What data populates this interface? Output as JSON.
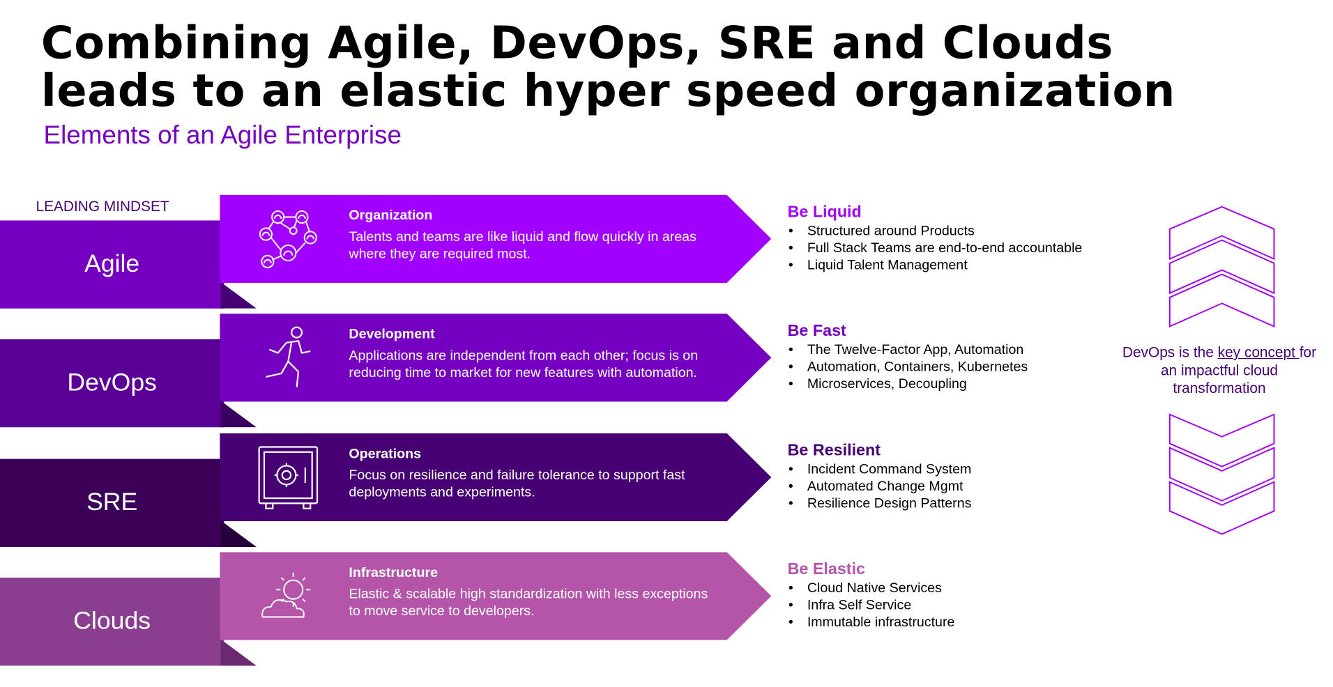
{
  "title": {
    "line1": "Combining Agile, DevOps, SRE and Clouds",
    "line2": "leads to an elastic hyper speed organization"
  },
  "subtitle": "Elements of an Agile Enterprise",
  "mindset_label": "LEADING MINDSET",
  "rows": [
    {
      "tab": "Agile",
      "icon": "people-network-icon",
      "heading": "Organization",
      "description": "Talents and teams are like liquid and flow quickly in areas where they are required most.",
      "be": "Be Liquid",
      "bullets": [
        "Structured around Products",
        "Full Stack Teams are end-to-end accountable",
        "Liquid Talent Management"
      ],
      "colors": {
        "tab": "#7500c0",
        "fold": "#460073",
        "arrow": "#a100ff",
        "be": "#a100ff"
      }
    },
    {
      "tab": "DevOps",
      "icon": "running-person-icon",
      "heading": "Development",
      "description": "Applications are independent from each other; focus is on reducing time to market for new features with automation.",
      "be": "Be Fast",
      "bullets": [
        "The Twelve-Factor App, Automation",
        "Automation, Containers, Kubernetes",
        "Microservices, Decoupling"
      ],
      "colors": {
        "tab": "#5a0096",
        "fold": "#3a005f",
        "arrow": "#7500c0",
        "be": "#7500c0"
      }
    },
    {
      "tab": "SRE",
      "icon": "safe-vault-icon",
      "heading": "Operations",
      "description": "Focus on resilience and failure tolerance to support fast deployments and experiments.",
      "be": "Be Resilient",
      "bullets": [
        "Incident Command System",
        "Automated Change Mgmt",
        "Resilience Design Patterns"
      ],
      "colors": {
        "tab": "#3b0058",
        "fold": "#25003a",
        "arrow": "#460073",
        "be": "#460073"
      }
    },
    {
      "tab": "Clouds",
      "icon": "sun-cloud-icon",
      "heading": "Infrastructure",
      "description": "Elastic & scalable high standardization with less exceptions to move service to developers.",
      "be": "Be Elastic",
      "bullets": [
        "Cloud Native Services",
        "Infra Self Service",
        "Immutable infrastructure"
      ],
      "colors": {
        "tab": "#8a3e8f",
        "fold": "#6b2a70",
        "arrow": "#b455aa",
        "be": "#b455aa"
      }
    }
  ],
  "note": {
    "before": "DevOps is the ",
    "underlined": "key concept ",
    "after": "for an impactful cloud transformation"
  },
  "chevron_color": "#a100ff"
}
